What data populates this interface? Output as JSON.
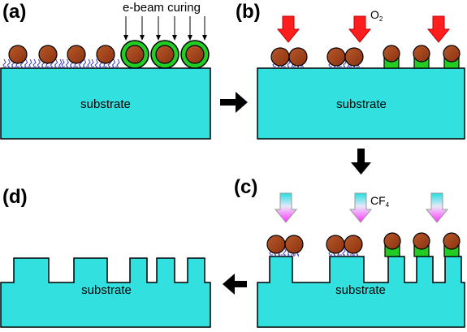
{
  "panels": {
    "a": {
      "label": "(a)",
      "substrate": "substrate",
      "curing": "e-beam curing"
    },
    "b": {
      "label": "(b)",
      "substrate": "substrate",
      "gas": "O",
      "gas_sub": "2"
    },
    "c": {
      "label": "(c)",
      "substrate": "substrate",
      "gas": "CF",
      "gas_sub": "4"
    },
    "d": {
      "label": "(d)",
      "substrate": "substrate"
    }
  },
  "colors": {
    "substrate": "#33e0e0",
    "particle": "#a0401a",
    "shell": "#22cc22",
    "ligand": "#4040c0",
    "o2_arrow": "#ff1e1e",
    "cf4_arrow_top": "#22e0e0",
    "cf4_arrow_bottom": "#ff30ff"
  }
}
